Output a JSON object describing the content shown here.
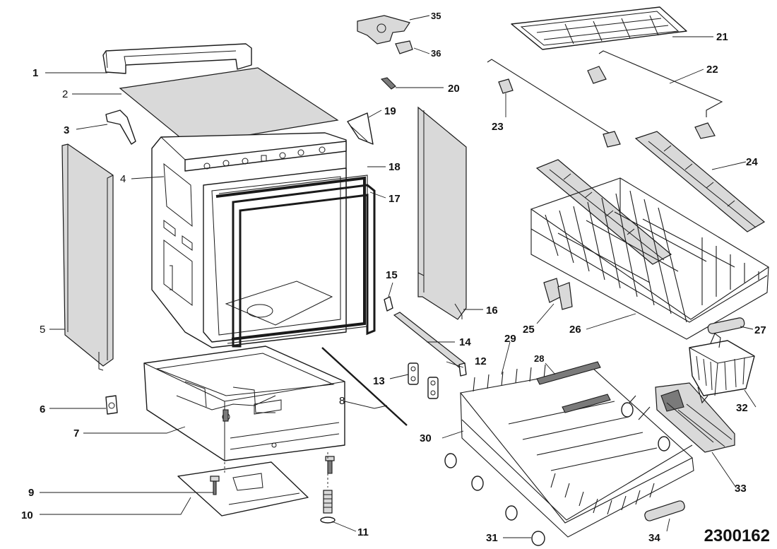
{
  "diagram": {
    "code": "2300162",
    "callouts": [
      "1",
      "2",
      "3",
      "4",
      "5",
      "6",
      "7",
      "8",
      "9",
      "10",
      "11",
      "12",
      "13",
      "14",
      "15",
      "16",
      "17",
      "18",
      "19",
      "20",
      "21",
      "22",
      "23",
      "24",
      "25",
      "26",
      "27",
      "28",
      "29",
      "30",
      "31",
      "32",
      "33",
      "34",
      "35",
      "36"
    ]
  }
}
